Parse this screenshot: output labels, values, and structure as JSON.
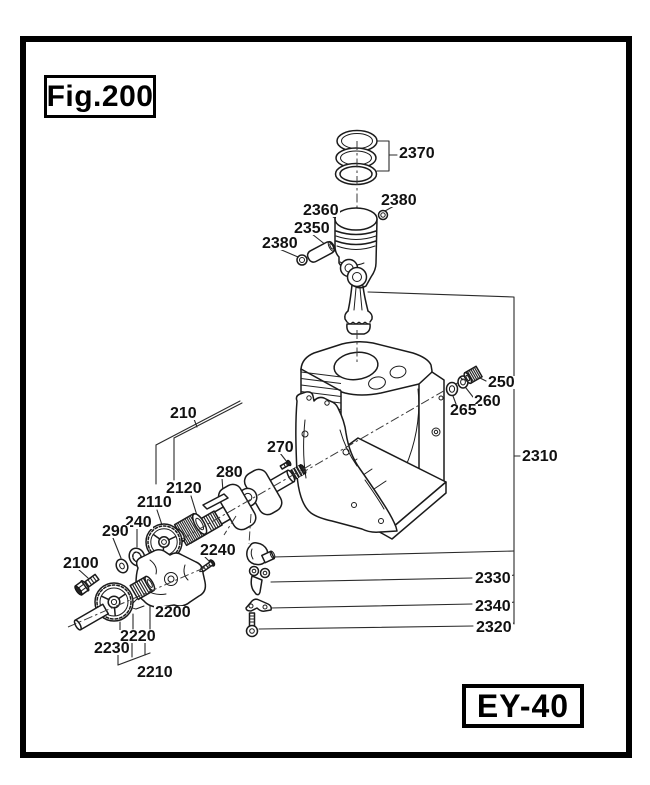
{
  "figure": {
    "fig_label": "Fig.200",
    "model_label": "EY-40"
  },
  "labels": [
    {
      "text": "2370"
    },
    {
      "text": "2380"
    },
    {
      "text": "2360"
    },
    {
      "text": "2350"
    },
    {
      "text": "2380"
    },
    {
      "text": "250"
    },
    {
      "text": "260"
    },
    {
      "text": "265"
    },
    {
      "text": "2310"
    },
    {
      "text": "210"
    },
    {
      "text": "270"
    },
    {
      "text": "280"
    },
    {
      "text": "2120"
    },
    {
      "text": "2110"
    },
    {
      "text": "240"
    },
    {
      "text": "290"
    },
    {
      "text": "2240"
    },
    {
      "text": "2100"
    },
    {
      "text": "2200"
    },
    {
      "text": "2220"
    },
    {
      "text": "2230"
    },
    {
      "text": "2210"
    },
    {
      "text": "2330"
    },
    {
      "text": "2340"
    },
    {
      "text": "2320"
    }
  ]
}
